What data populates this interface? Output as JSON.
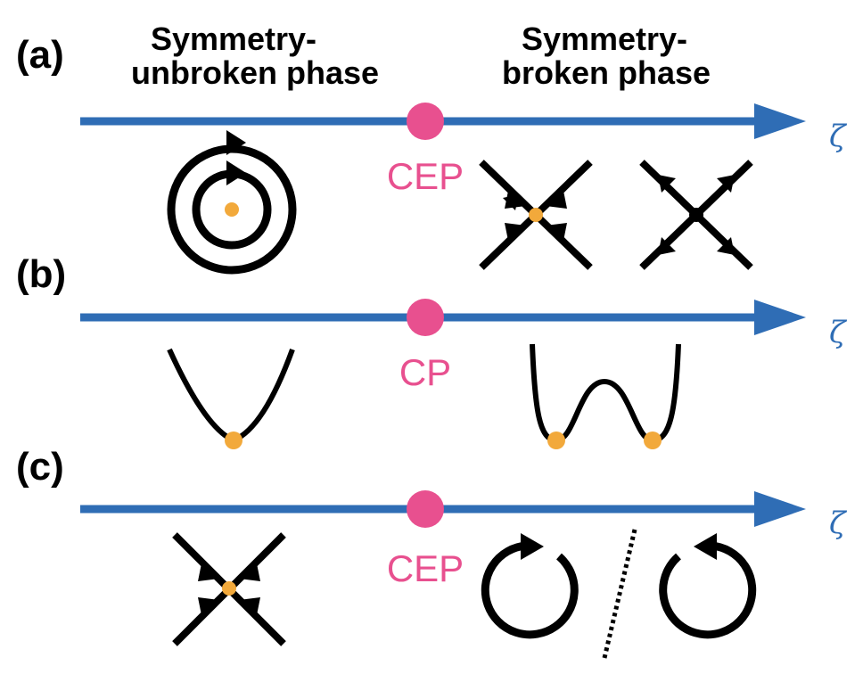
{
  "colors": {
    "axis": "#2f6db5",
    "critical_point": "#e8508f",
    "fixed_point": "#f2a93b",
    "curve": "#000000"
  },
  "header": {
    "unbroken_label_line1": "Symmetry-",
    "unbroken_label_line2": "unbroken phase",
    "broken_label_line1": "Symmetry-",
    "broken_label_line2": "broken phase"
  },
  "panels": [
    {
      "label": "(a)",
      "critical_label": "CEP",
      "axis_label": "ζ"
    },
    {
      "label": "(b)",
      "critical_label": "CP",
      "axis_label": "ζ"
    },
    {
      "label": "(c)",
      "critical_label": "CEP",
      "axis_label": "ζ"
    }
  ]
}
